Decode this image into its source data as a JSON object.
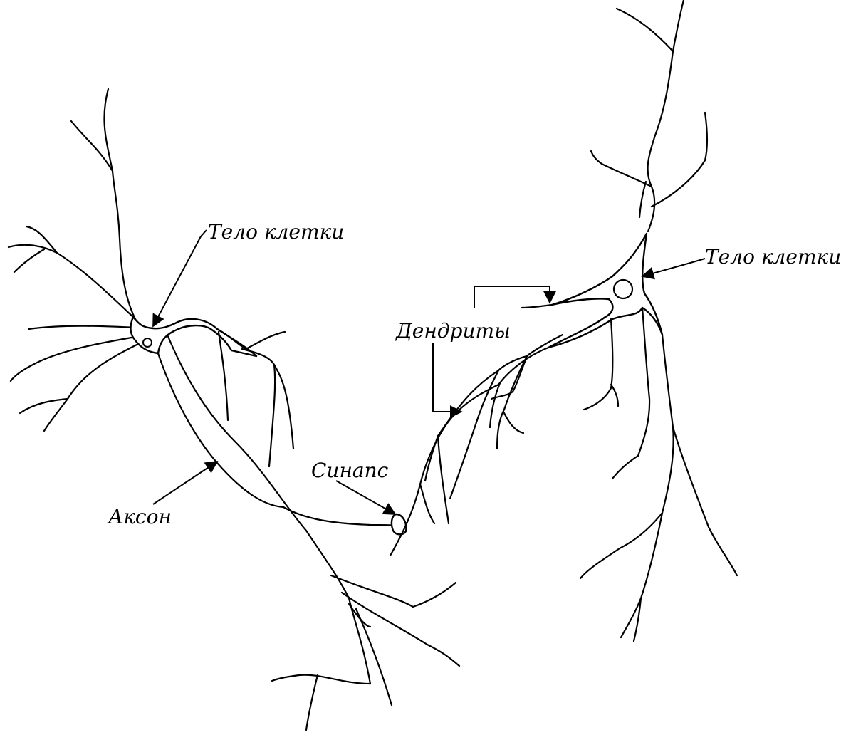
{
  "labels": {
    "cell_body_left": "Тело клетки",
    "cell_body_right": "Тело клетки",
    "dendrites": "Дендриты",
    "synapse": "Синапс",
    "axon": "Аксон"
  },
  "colors": {
    "line": "#000000",
    "background": "#ffffff"
  }
}
